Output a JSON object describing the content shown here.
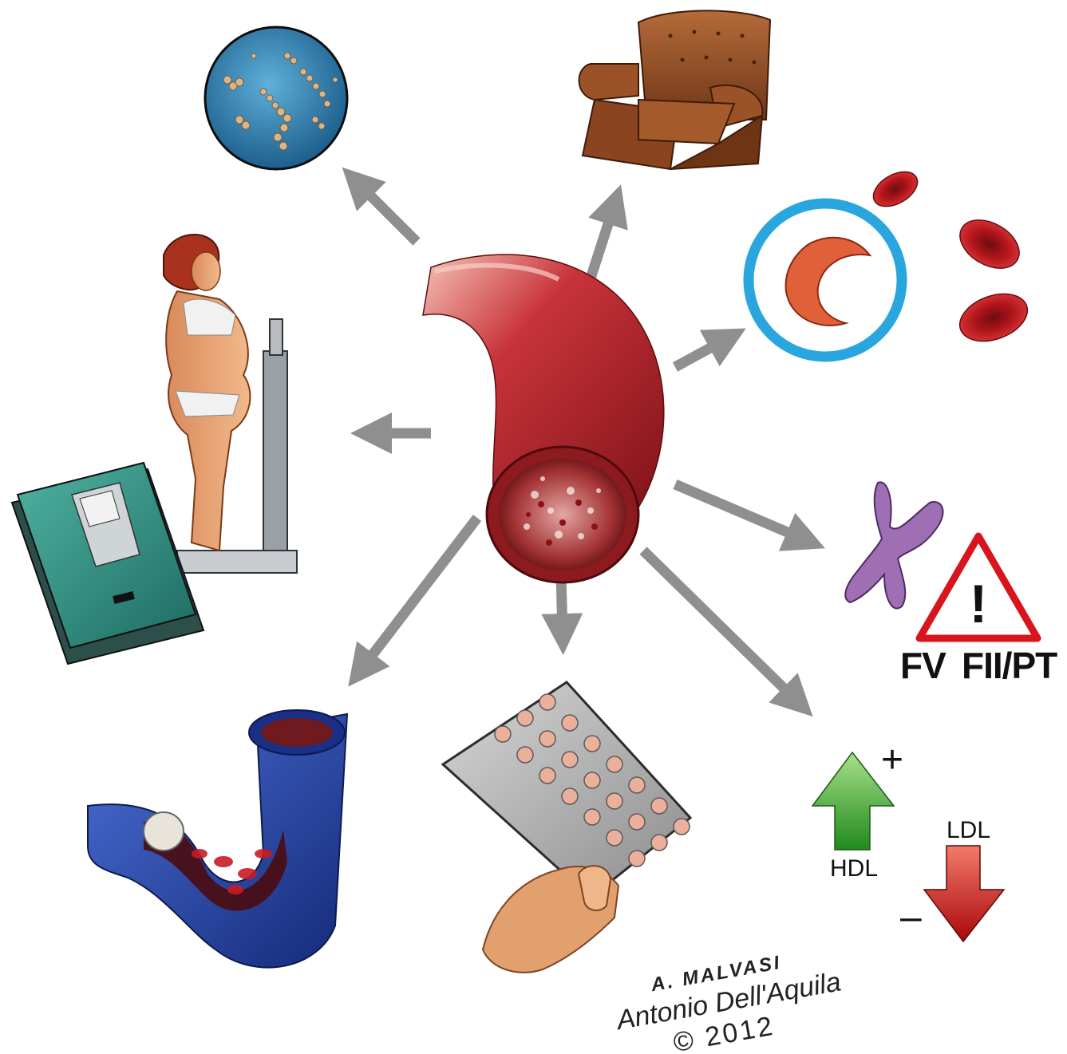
{
  "genetics": {
    "factor_v_label": "FV",
    "prothrombin_label": "FII/PT",
    "warning_mark": "!"
  },
  "lipids": {
    "hdl_label": "HDL",
    "ldl_label": "LDL",
    "plus_sign": "+",
    "minus_sign": "–"
  },
  "signature": {
    "initials": "A. MALVASI",
    "author": "Antonio Dell'Aquila",
    "copyright": "© 2012"
  },
  "icons": {
    "center": "blood-vessel-icon",
    "top_left": "blood-cell-clusters-icon",
    "top_right": "armchair-icon",
    "right_upper": "sickle-cell-icon",
    "left": "obese-woman-on-scale-icon",
    "left_lower": "bathroom-scale-icon",
    "right_lower": "chromosome-icon",
    "bottom_left": "vein-valve-clot-icon",
    "bottom_center": "contraceptive-pill-pack-icon",
    "bottom_right": "lipid-arrows-icon"
  },
  "colors": {
    "arrow": "#8f8f8f",
    "vessel": "#b8242a",
    "sickle_ring": "#2aa6de",
    "vein": "#1f3ea8",
    "hdl_arrow": "#3aa32a",
    "ldl_arrow": "#c81414",
    "warning_border": "#d8141c"
  }
}
